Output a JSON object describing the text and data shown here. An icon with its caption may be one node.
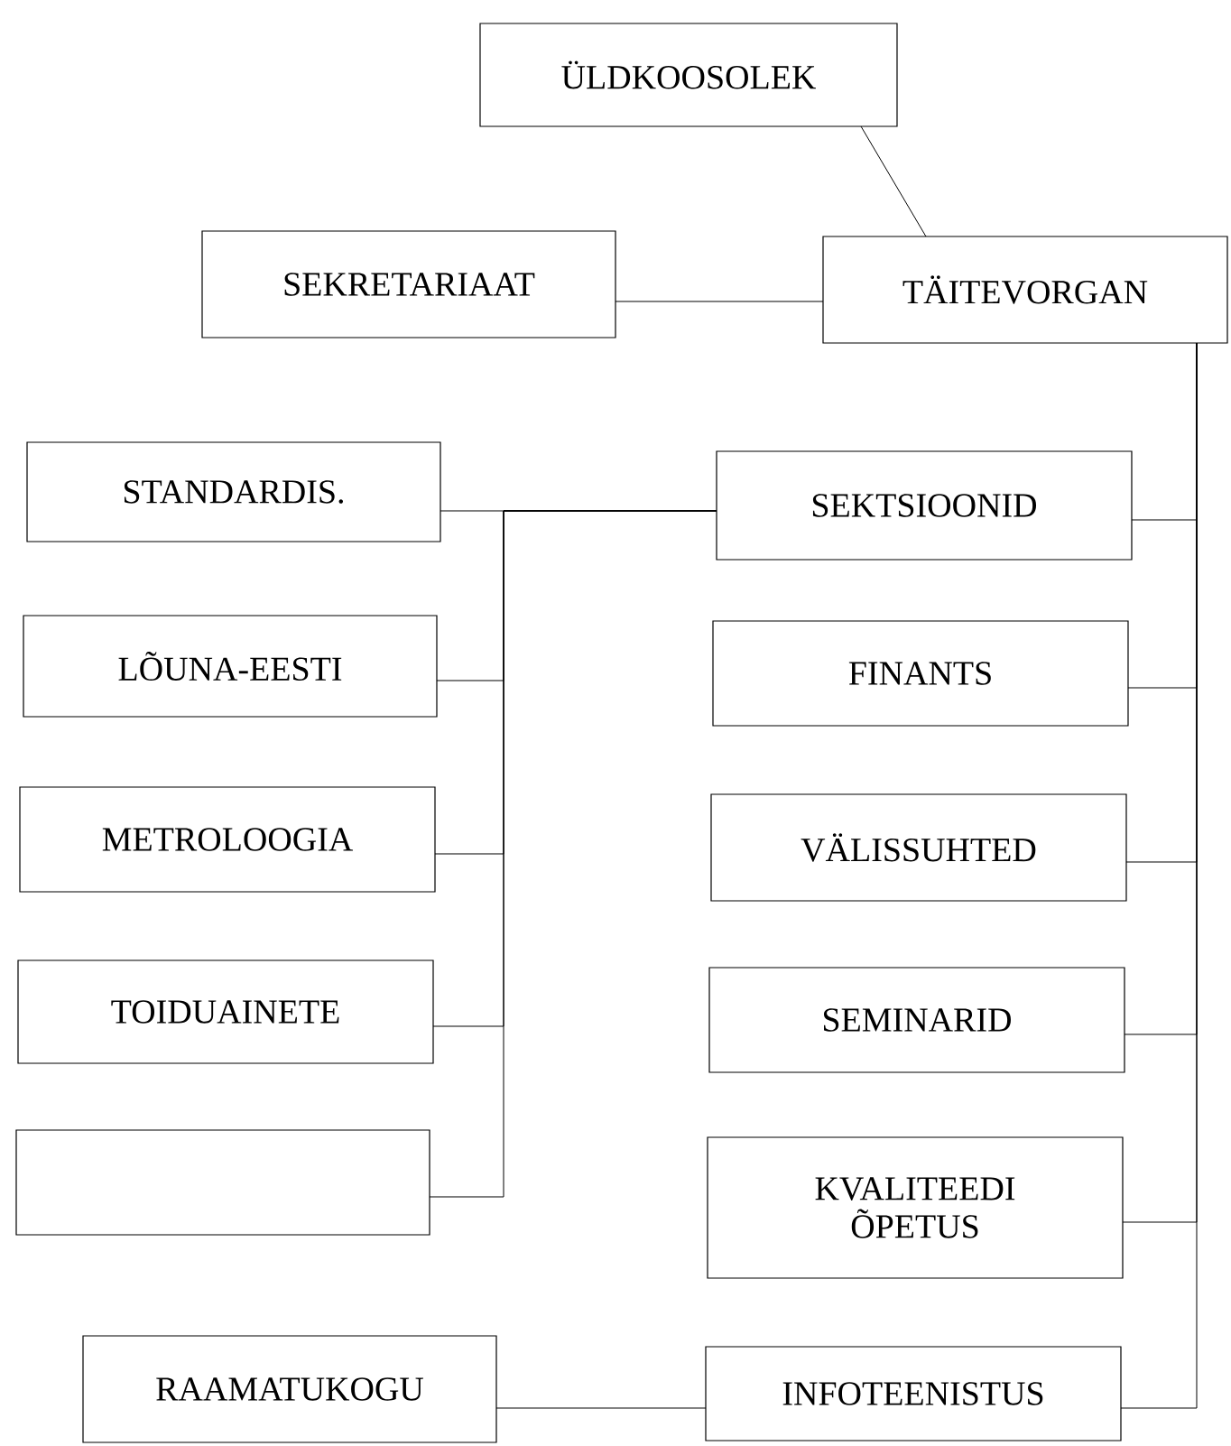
{
  "diagram": {
    "nodes": [
      {
        "text": [
          "ÜLDKOOSOLEK"
        ]
      },
      {
        "text": [
          "SEKRETARIAAT"
        ]
      },
      {
        "text": [
          "TÄITEVORGAN"
        ]
      },
      {
        "text": [
          "STANDARDIS."
        ]
      },
      {
        "text": [
          "SEKTSIOONID"
        ]
      },
      {
        "text": [
          "LÕUNA-EESTI"
        ]
      },
      {
        "text": [
          "FINANTS"
        ]
      },
      {
        "text": [
          "METROLOOGIA"
        ]
      },
      {
        "text": [
          "VÄLISSUHTED"
        ]
      },
      {
        "text": [
          "TOIDUAINETE"
        ]
      },
      {
        "text": [
          "SEMINARID"
        ]
      },
      {
        "text": [],
        "shape": "box"
      },
      {
        "text": [
          "KVALITEEDI ÕPETUS"
        ]
      },
      {
        "text": [
          "RAAMATUKOGU"
        ]
      },
      {
        "text": [
          "INFOTEENISTUS"
        ]
      }
    ],
    "edges": [
      {
        "from": 0,
        "to": 2,
        "arrow": "none"
      },
      {
        "from": 1,
        "to": 2,
        "arrow": "none"
      },
      {
        "from": 2,
        "to": 4,
        "arrow": "none"
      },
      {
        "from": 2,
        "to": 6,
        "arrow": "none"
      },
      {
        "from": 2,
        "to": 8,
        "arrow": "none"
      },
      {
        "from": 2,
        "to": 10,
        "arrow": "none"
      },
      {
        "from": 2,
        "to": 12,
        "arrow": "none"
      },
      {
        "from": 2,
        "to": 14,
        "arrow": "none"
      },
      {
        "from": 4,
        "to": 3,
        "arrow": "none"
      },
      {
        "from": 4,
        "to": 5,
        "arrow": "none"
      },
      {
        "from": 4,
        "to": 7,
        "arrow": "none"
      },
      {
        "from": 4,
        "to": 9,
        "arrow": "none"
      },
      {
        "from": 4,
        "to": 11,
        "arrow": "none"
      },
      {
        "from": 13,
        "to": 14,
        "arrow": "none"
      }
    ]
  }
}
